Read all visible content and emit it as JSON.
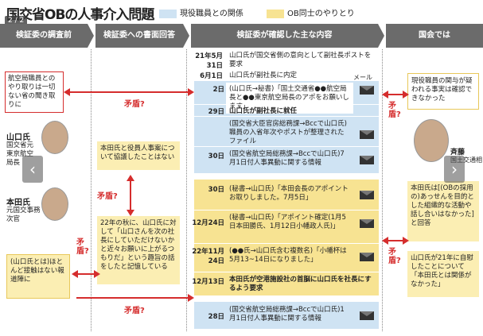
{
  "title": "国交省OBの人事介入問題",
  "counter": "2 / 2",
  "legend": {
    "blue": "現役職員との関係",
    "yellow": "OB同士のやりとり",
    "blue_color": "#cfe3f3",
    "yellow_color": "#f7e392"
  },
  "headers": [
    "検証委の調査前",
    "検証委への書面回答",
    "検証委が確認した主な内容",
    "国会では"
  ],
  "timeline": [
    {
      "date": "21年5月31日",
      "text": "山口氏が国交省側の意向として副社長ポストを要求",
      "color": "blue"
    },
    {
      "date": "6月1日",
      "text": "山口氏が副社長に内定",
      "color": "blue"
    },
    {
      "date": "2日",
      "text": "(山口氏→秘書)「国土交通省●●航空局長と●●東京航空局長のアポをお願いします」",
      "color": "blue",
      "mail": true,
      "mail_label": "メール"
    },
    {
      "date": "29日",
      "text": "山口氏が副社長に就任",
      "color": "blue"
    },
    {
      "date": "",
      "text": "(国交省大臣官房総務課→Bccで山口氏)職員の入省年次やポストが整理されたファイル",
      "color": "blue",
      "mail": true
    },
    {
      "date": "30日",
      "text": "(国交省航空局総務課→Bccで山口氏)7月1日付人事異動に関する情報",
      "color": "blue",
      "mail": true
    },
    {
      "date": "30日",
      "text": "(秘書→山口氏)「本田会長のアポイントお取りしました。7月5日」",
      "color": "yellow",
      "mail": true
    },
    {
      "date": "12月24日",
      "text": "(秘書→山口氏)「アポイント確定(1月5日本田勝氏、1月12日小幡政人氏)」",
      "color": "yellow",
      "mail": true
    },
    {
      "date": "22年11月24日",
      "text": "(●●氏→山口氏含む複数名)「小幡杯は5月13~14日になりました」",
      "color": "yellow",
      "mail": true
    },
    {
      "date": "12月13日",
      "text": "本田氏が空港施設社の首脳に山口氏を社長にするよう要求",
      "color": "yellow"
    },
    {
      "date": "28日",
      "text": "(国交省航空局総務課→Bccで山口氏)1月1日付人事異動に関する情報",
      "color": "blue",
      "mail": true
    }
  ],
  "left": {
    "box1": "航空局職員とのやり取りは一切ない省の聞き取りに",
    "yamaguchi_name": "山口氏",
    "yamaguchi_role": "国交省元東京航空局長",
    "honda_name": "本田氏",
    "honda_role": "元国交事務次官",
    "box2": "(山口氏とは)ほとんど接触はない報道陣に"
  },
  "middle": {
    "box1": "本田氏と役員人事案について協議したことはない",
    "box2": "22年の秋に、山口氏に対して「山口さんを次の社長にしていただけないかと近々お願いに上がるつもりだ」という趣旨の話をしたと記憶している"
  },
  "right": {
    "box1": "現役職員の関与が疑われる事実は確認できなかった",
    "person_name": "斉藤",
    "person_role": "国土交通相",
    "box2": "本田氏は[(OBの採用の)あっせんを目的とした組織的な活動や話し合いはなかった]と回答",
    "box3": "山口氏が21年に自慰したことについて「本田氏とは関係がなかった」"
  },
  "question": "矛盾?"
}
